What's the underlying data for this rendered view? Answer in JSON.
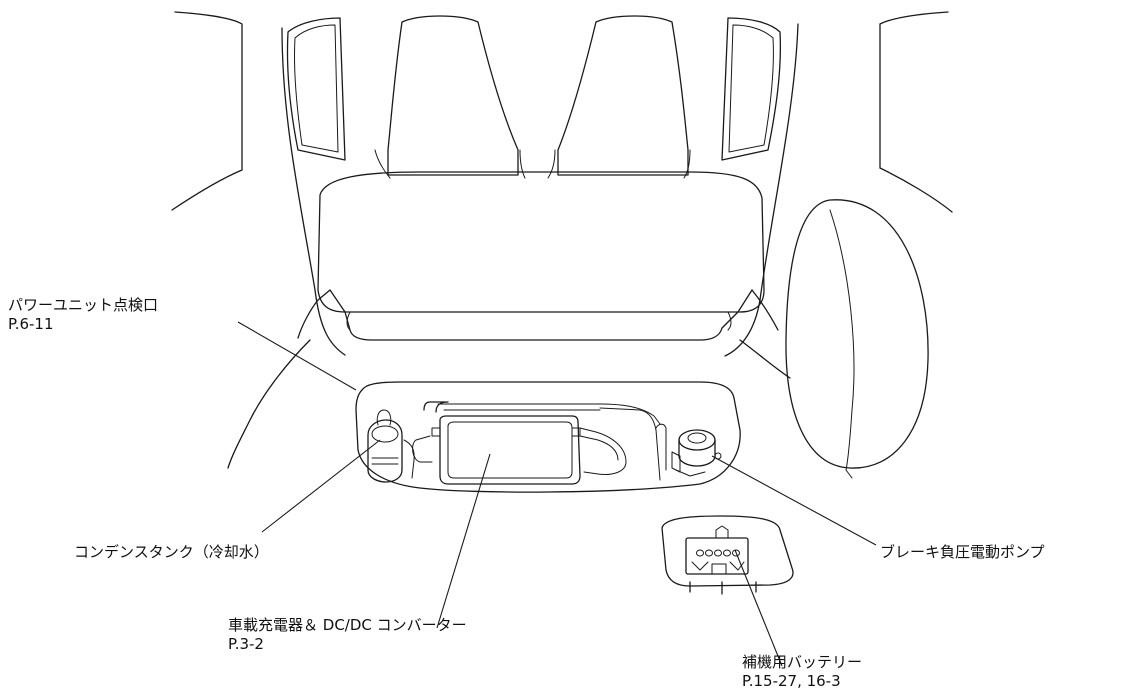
{
  "labels": {
    "power_unit_hatch": {
      "name": "パワーユニット点検口",
      "ref": "P.6-11"
    },
    "condenser_tank": {
      "name": "コンデンスタンク（冷却水）"
    },
    "charger_dcdc": {
      "name": "車載充電器＆ DC/DC コンバーター",
      "ref": "P.3-2"
    },
    "brake_pump": {
      "name": "ブレーキ負圧電動ポンプ"
    },
    "aux_battery": {
      "name": "補機用バッテリー",
      "ref": "P.15-27,  16-3"
    }
  }
}
